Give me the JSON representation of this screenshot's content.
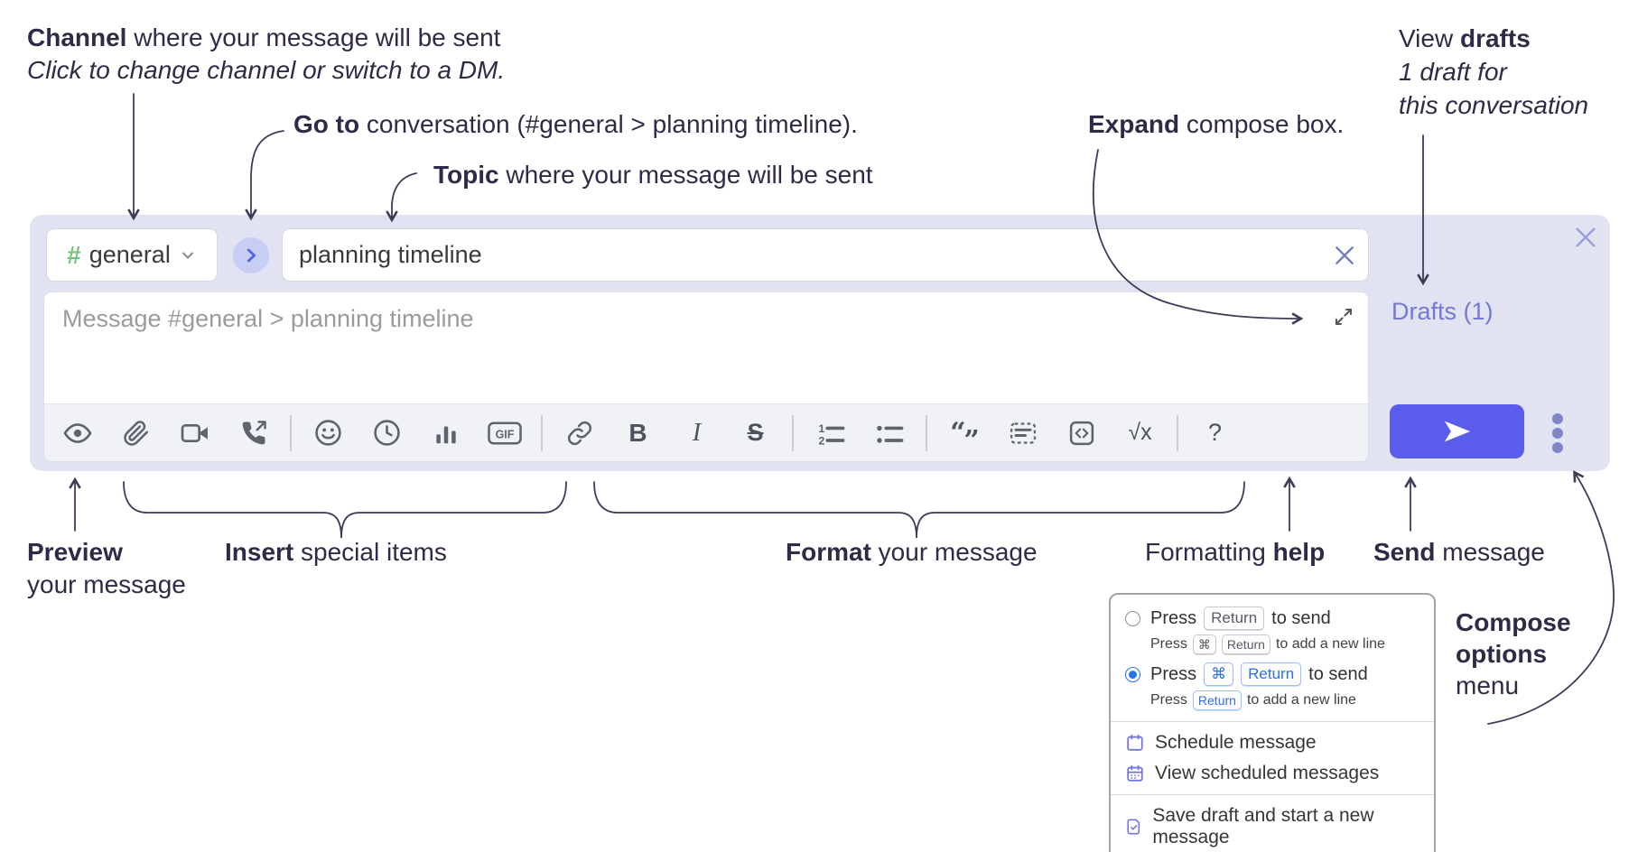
{
  "annotations": {
    "channel": {
      "bold": "Channel",
      "rest": " where your message will be sent",
      "line2": "Click to change channel or switch to a DM."
    },
    "goto": {
      "bold": "Go to",
      "rest": " conversation (#general > planning timeline)."
    },
    "topic": {
      "bold": "Topic",
      "rest": " where your message will be sent"
    },
    "expand": {
      "bold": "Expand",
      "rest": " compose box."
    },
    "view_drafts": {
      "pre": "View ",
      "bold": "drafts",
      "line2": "1 draft for",
      "line3": "this conversation"
    },
    "preview": {
      "bold": "Preview",
      "line2": "your message"
    },
    "insert": {
      "bold": "Insert",
      "rest": " special items"
    },
    "format": {
      "bold": "Format",
      "rest": " your message"
    },
    "help": {
      "pre": "Formatting ",
      "bold": "help"
    },
    "send": {
      "bold": "Send",
      "rest": " message"
    },
    "compose_options": {
      "line1": "Compose",
      "line2": "options",
      "line3": "menu"
    }
  },
  "compose": {
    "channel_hash": "#",
    "channel_name": "general",
    "topic_value": "planning timeline",
    "message_placeholder": "Message #general > planning timeline",
    "drafts_link": "Drafts (1)"
  },
  "toolbar_glyphs": {
    "gif": "GIF",
    "bold": "B",
    "italic": "I",
    "strikethrough": "S",
    "quote_open": "“",
    "quote_close": "”",
    "sqrt": "√x",
    "help": "?"
  },
  "popup": {
    "option1": {
      "press": "Press",
      "key1": "Return",
      "suffix": "to send",
      "sub_press": "Press",
      "sub_key1": "⌘",
      "sub_key2": "Return",
      "sub_suffix": "to add a new line"
    },
    "option2": {
      "press": "Press",
      "key1": "⌘",
      "key2": "Return",
      "suffix": "to send",
      "sub_press": "Press",
      "sub_key1": "Return",
      "sub_suffix": "to add a new line"
    },
    "items": [
      {
        "label": "Schedule message"
      },
      {
        "label": "View scheduled messages"
      },
      {
        "label": "Save draft and start a new message"
      }
    ]
  },
  "colors": {
    "accent_send": "#5a5ceb",
    "panel_bg": "#e1e3f2",
    "drafts_link": "#7379d1",
    "kbd_blue": "#2f6fe4",
    "channel_green": "#74c27e",
    "menu_icon_purple": "#7477de"
  }
}
